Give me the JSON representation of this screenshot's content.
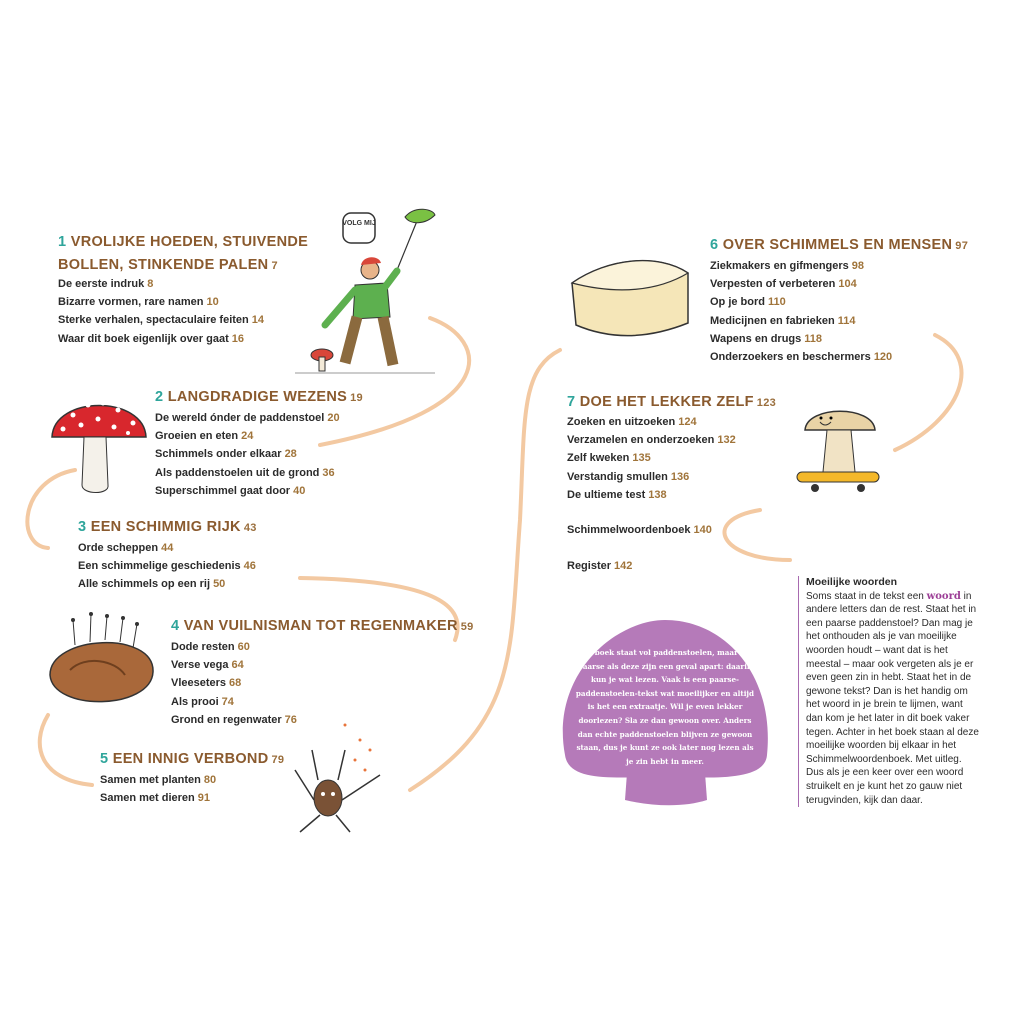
{
  "sections": [
    {
      "number": "1",
      "title_lines": [
        "Vrolijke hoeden, stuivende",
        "bollen, stinkende palen"
      ],
      "page": "7",
      "items": [
        {
          "label": "De eerste indruk",
          "page": "8"
        },
        {
          "label": "Bizarre vormen, rare namen",
          "page": "10"
        },
        {
          "label": "Sterke verhalen, spectaculaire feiten",
          "page": "14"
        },
        {
          "label": "Waar dit boek eigenlijk over gaat",
          "page": "16"
        }
      ]
    },
    {
      "number": "2",
      "title_lines": [
        "Langdradige wezens"
      ],
      "page": "19",
      "items": [
        {
          "label": "De wereld ónder de paddenstoel",
          "page": "20"
        },
        {
          "label": "Groeien en eten",
          "page": "24"
        },
        {
          "label": "Schimmels onder elkaar",
          "page": "28"
        },
        {
          "label": "Als paddenstoelen uit de grond",
          "page": "36"
        },
        {
          "label": "Superschimmel gaat door",
          "page": "40"
        }
      ]
    },
    {
      "number": "3",
      "title_lines": [
        "Een schimmig rijk"
      ],
      "page": "43",
      "items": [
        {
          "label": "Orde scheppen",
          "page": "44"
        },
        {
          "label": "Een schimmelige geschiedenis",
          "page": "46"
        },
        {
          "label": "Alle schimmels op een rij",
          "page": "50"
        }
      ]
    },
    {
      "number": "4",
      "title_lines": [
        "Van vuilnisman tot regenmaker"
      ],
      "page": "59",
      "items": [
        {
          "label": "Dode resten",
          "page": "60"
        },
        {
          "label": "Verse vega",
          "page": "64"
        },
        {
          "label": "Vleeseters",
          "page": "68"
        },
        {
          "label": "Als prooi",
          "page": "74"
        },
        {
          "label": "Grond en regenwater",
          "page": "76"
        }
      ]
    },
    {
      "number": "5",
      "title_lines": [
        "Een innig verbond"
      ],
      "page": "79",
      "items": [
        {
          "label": "Samen met planten",
          "page": "80"
        },
        {
          "label": "Samen met dieren",
          "page": "91"
        }
      ]
    },
    {
      "number": "6",
      "title_lines": [
        "Over schimmels en mensen"
      ],
      "page": "97",
      "items": [
        {
          "label": "Ziekmakers en gifmengers",
          "page": "98"
        },
        {
          "label": "Verpesten of verbeteren",
          "page": "104"
        },
        {
          "label": "Op je bord",
          "page": "110"
        },
        {
          "label": "Medicijnen en fabrieken",
          "page": "114"
        },
        {
          "label": "Wapens en drugs",
          "page": "118"
        },
        {
          "label": "Onderzoekers en beschermers",
          "page": "120"
        }
      ]
    },
    {
      "number": "7",
      "title_lines": [
        "Doe het lekker zelf"
      ],
      "page": "123",
      "items": [
        {
          "label": "Zoeken en uitzoeken",
          "page": "124"
        },
        {
          "label": "Verzamelen en onderzoeken",
          "page": "132"
        },
        {
          "label": "Zelf kweken",
          "page": "135"
        },
        {
          "label": "Verstandig smullen",
          "page": "136"
        },
        {
          "label": "De ultieme test",
          "page": "138"
        }
      ]
    }
  ],
  "extras": [
    {
      "label": "Schimmelwoordenboek",
      "page": "140"
    },
    {
      "label": "Register",
      "page": "142"
    }
  ],
  "speech_bubble": "VOLG MIJ",
  "purple_mushroom_text": "Dit boek staat vol paddenstoelen, maar de paarse als deze zijn een geval apart: daarin kun je wat lezen. Vaak is een paarse-paddenstoelen-tekst wat moeilijker en altijd is het een extraatje. Wil je even lekker doorlezen? Sla ze dan gewoon over. Anders dan echte paddenstoelen blijven ze gewoon staan, dus je kunt ze ook later nog lezen als je zin hebt in meer.",
  "sidebar": {
    "title": "Moeilijke woorden",
    "text_before": "Soms staat in de tekst een ",
    "highlight": "woord",
    "text_after": " in andere letters dan de rest. Staat het in een paarse paddenstoel? Dan mag je het onthouden als je van moeilijke woorden houdt – want dat is het meestal – maar ook vergeten als je er even geen zin in hebt. Staat het in de gewone tekst? Dan is het handig om het woord in je brein te lijmen, want dan kom je het later in dit boek vaker tegen. Achter in het boek staan al deze moeilijke woorden bij elkaar in het Schimmelwoordenboek. Met uitleg. Dus als je een keer over een woord struikelt en je kunt het zo gauw niet terugvinden, kijk dan daar."
  },
  "colors": {
    "heading": "#8a5a2e",
    "number": "#2fa59b",
    "page": "#a0743a",
    "path": "#f3c9a2",
    "purple": "#b57ab9",
    "highlight": "#9c3e96"
  }
}
